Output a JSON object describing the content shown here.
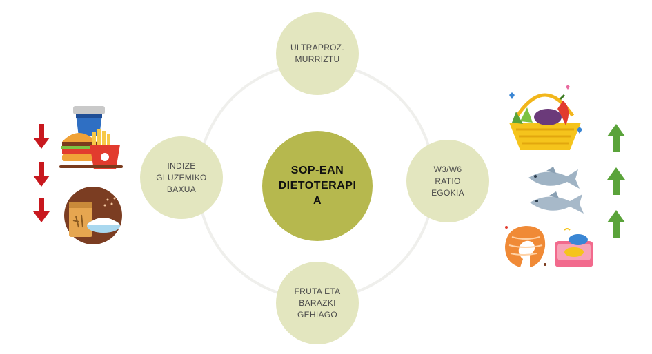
{
  "center": {
    "label": "SOP-EAN\nDIETOTERAPI\nA"
  },
  "nodes": {
    "top": {
      "label": "ULTRAPROZ.\nMURRIZTU"
    },
    "right": {
      "label": "W3/W6\nRATIO\nEGOKIA"
    },
    "bottom": {
      "label": "FRUTA ETA\nBARAZKI\nGEHIAGO"
    },
    "left": {
      "label": "INDIZE\nGLUZEMIKO\nBAXUA"
    }
  },
  "colors": {
    "center": "#b6b84e",
    "node": "#e3e6bf",
    "ring": "#efefec",
    "decrease_arrow": "#c8181e",
    "increase_arrow": "#5aa33a"
  },
  "icons": {
    "left": [
      "fast-food-icon",
      "flour-sugar-icon"
    ],
    "right": [
      "vegetable-basket-icon",
      "fish-icon",
      "salmon-steak-icon",
      "canned-fish-icon"
    ],
    "arrows_down": 3,
    "arrows_up": 3
  }
}
